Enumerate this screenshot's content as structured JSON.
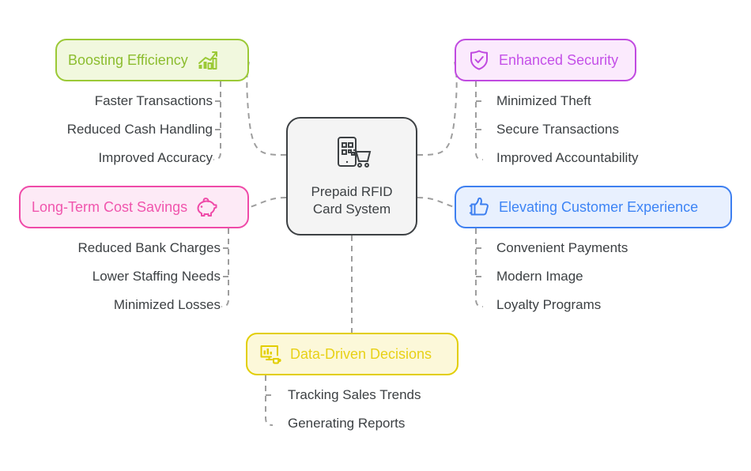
{
  "diagram": {
    "type": "mind-map",
    "center": {
      "label": "Prepaid RFID\nCard System",
      "icon": "rfid-card-cart-icon",
      "fill": "#f4f4f4",
      "border": "#3c4043"
    },
    "branches": [
      {
        "id": "boosting-efficiency",
        "label": "Boosting Efficiency",
        "icon": "bar-chart-growth-icon",
        "position": "top-left",
        "accent": "#8cbd2f",
        "border": "#9bc936",
        "fill": "#f1f8de",
        "children": [
          "Faster Transactions",
          "Reduced Cash Handling",
          "Improved Accuracy"
        ]
      },
      {
        "id": "long-term-cost-savings",
        "label": "Long-Term Cost Savings",
        "icon": "piggy-bank-icon",
        "position": "middle-left",
        "accent": "#f055ad",
        "border": "#ef4aa8",
        "fill": "#fdeaf6",
        "children": [
          "Reduced Bank Charges",
          "Lower Staffing Needs",
          "Minimized Losses"
        ]
      },
      {
        "id": "enhanced-security",
        "label": "Enhanced Security",
        "icon": "shield-check-icon",
        "position": "top-right",
        "accent": "#c450e8",
        "border": "#c04ae0",
        "fill": "#fbeafd",
        "children": [
          "Minimized Theft",
          "Secure Transactions",
          "Improved Accountability"
        ]
      },
      {
        "id": "elevating-customer-experience",
        "label": "Elevating Customer Experience",
        "icon": "thumbs-up-icon",
        "position": "middle-right",
        "accent": "#3d84f5",
        "border": "#3d7ff0",
        "fill": "#e8f0fe",
        "children": [
          "Convenient Payments",
          "Modern Image",
          "Loyalty Programs"
        ]
      },
      {
        "id": "data-driven-decisions",
        "label": "Data-Driven Decisions",
        "icon": "monitor-analytics-icon",
        "position": "bottom",
        "accent": "#e8d117",
        "border": "#e2ce00",
        "fill": "#fcf8d9",
        "children": [
          "Tracking Sales Trends",
          "Generating Reports"
        ]
      }
    ],
    "connector": {
      "color": "#9e9e9e",
      "style": "dashed"
    }
  }
}
